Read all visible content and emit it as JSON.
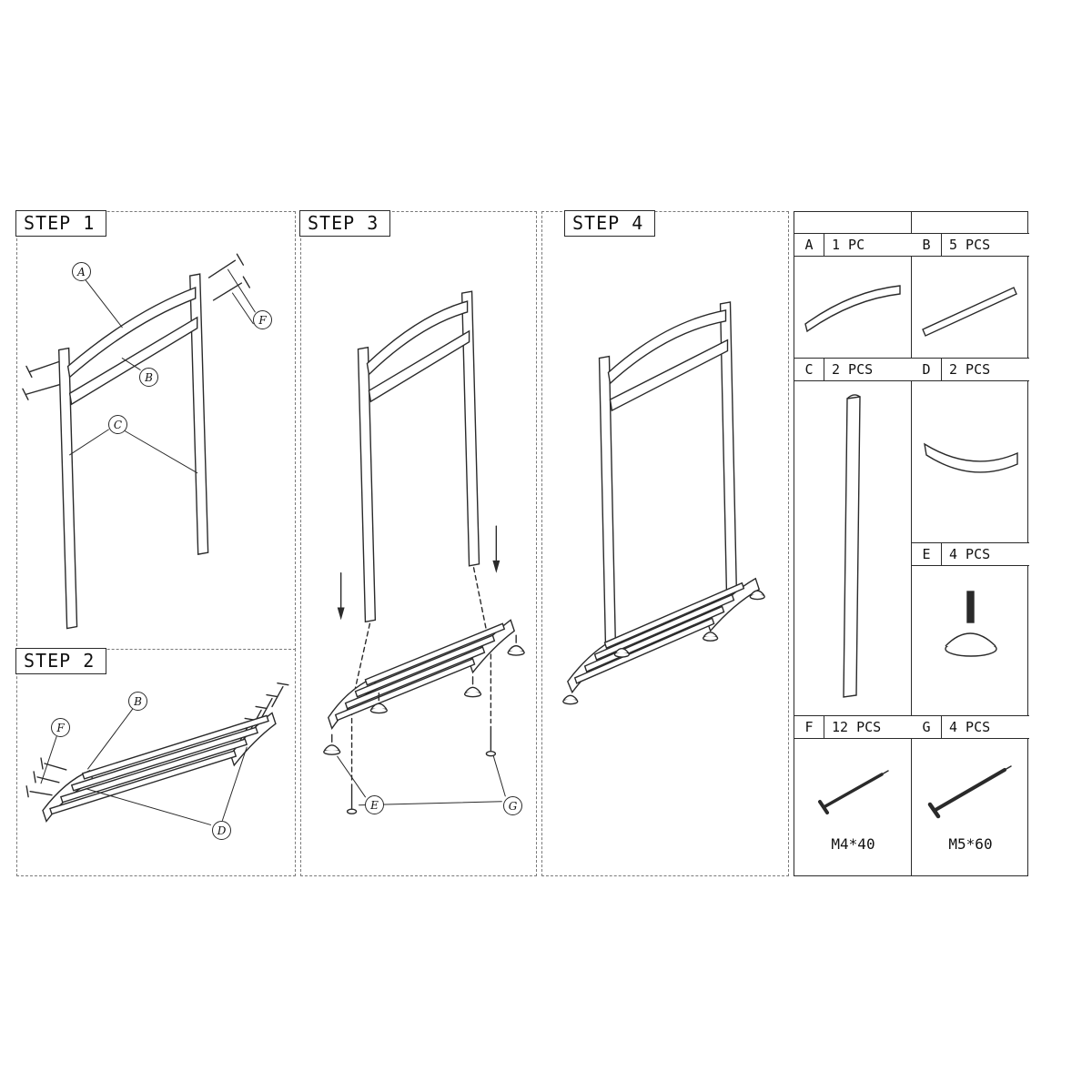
{
  "sheet": {
    "background": "#ffffff",
    "line_color": "#2a2a2a"
  },
  "step1": {
    "title": "STEP 1",
    "callouts": {
      "a": "A",
      "b": "B",
      "c": "C",
      "f": "F"
    }
  },
  "step2": {
    "title": "STEP 2",
    "callouts": {
      "b": "B",
      "f": "F",
      "d": "D"
    }
  },
  "step3": {
    "title": "STEP 3",
    "callouts": {
      "e": "E",
      "g": "G"
    }
  },
  "step4": {
    "title": "STEP 4"
  },
  "parts": {
    "a": {
      "label": "A",
      "qty": "1 PC"
    },
    "b": {
      "label": "B",
      "qty": "5 PCS"
    },
    "c": {
      "label": "C",
      "qty": "2 PCS"
    },
    "d": {
      "label": "D",
      "qty": "2 PCS"
    },
    "e": {
      "label": "E",
      "qty": "4 PCS"
    },
    "f": {
      "label": "F",
      "qty": "12 PCS",
      "size": "M4*40"
    },
    "g": {
      "label": "G",
      "qty": "4 PCS",
      "size": "M5*60"
    }
  }
}
